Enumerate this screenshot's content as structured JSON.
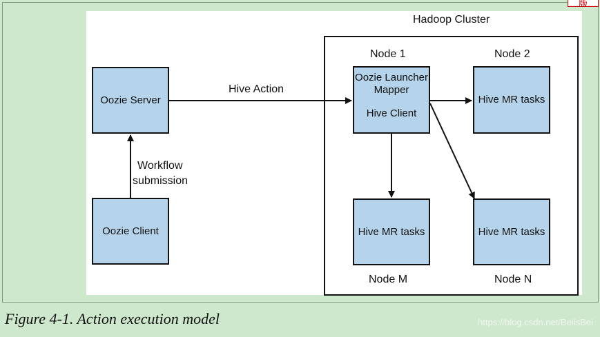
{
  "header_link": "…版…",
  "diagram": {
    "cluster_title": "Hadoop Cluster",
    "edge_hive_action": "Hive Action",
    "edge_workflow_submission_line1": "Workflow",
    "edge_workflow_submission_line2": "submission",
    "node_labels": {
      "node1": "Node 1",
      "node2": "Node 2",
      "nodeM": "Node M",
      "nodeN": "Node N"
    },
    "boxes": {
      "oozie_server": "Oozie Server",
      "oozie_client": "Oozie Client",
      "launcher_line1": "Oozie Launcher",
      "launcher_line2": "Mapper",
      "launcher_line3": "Hive Client",
      "hive_mr_node2": "Hive MR tasks",
      "hive_mr_nodeM": "Hive MR tasks",
      "hive_mr_nodeN": "Hive MR tasks"
    },
    "colors": {
      "box_fill": "#b5d3ea",
      "background": "#cde8cc",
      "stroke": "#111111"
    }
  },
  "caption": "Figure 4-1. Action execution model",
  "watermark": "https://blog.csdn.net/BeiisBei"
}
